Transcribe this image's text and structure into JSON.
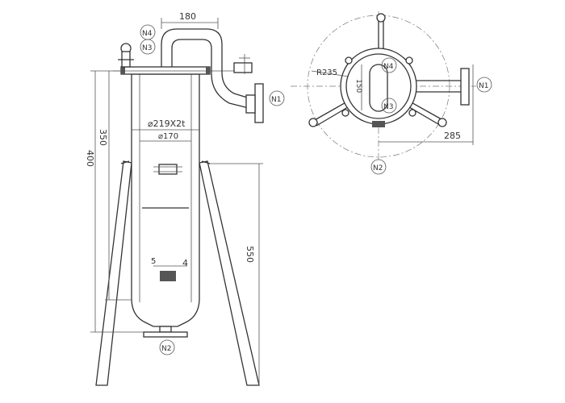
{
  "front_view": {
    "dim_top_width": "180",
    "dim_outer_height": "400",
    "dim_inner_height": "350",
    "dim_leg_height": "550",
    "dim_shell": "⌀219X2t",
    "dim_inner": "⌀170",
    "dim_small": "5",
    "dim_small_b": "4",
    "nozzles": [
      "N4",
      "N3",
      "N1",
      "N2"
    ]
  },
  "top_view": {
    "dim_radius": "R235",
    "dim_150": "150",
    "dim_285": "285",
    "nozzles": [
      "N4",
      "N3",
      "N1",
      "N2"
    ]
  }
}
